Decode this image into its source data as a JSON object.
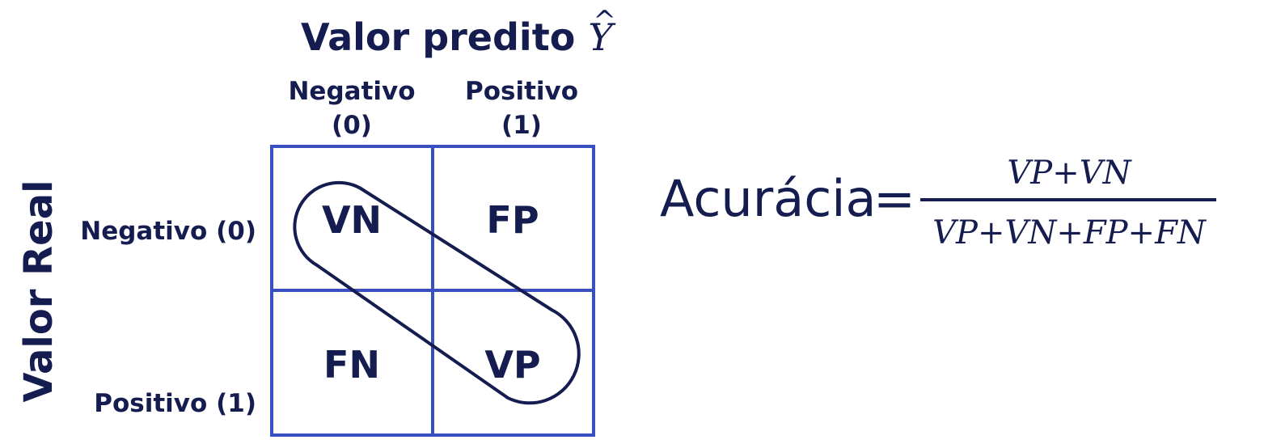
{
  "predicted_axis": {
    "title": "Valor predito",
    "symbol": "Y",
    "hat": "^"
  },
  "actual_axis": {
    "title": "Valor Real"
  },
  "columns": [
    {
      "label": "Negativo",
      "value": "(0)"
    },
    {
      "label": "Positivo",
      "value": "(1)"
    }
  ],
  "rows": [
    {
      "label": "Negativo (0)"
    },
    {
      "label": "Positivo (1)"
    }
  ],
  "cells": {
    "tn": "VN",
    "fp": "FP",
    "fn": "FN",
    "tp": "VP"
  },
  "formula": {
    "name": "Acurácia",
    "equals": "=",
    "numerator": "VP+VN",
    "denominator": "VP+VN+FP+FN"
  },
  "colors": {
    "text": "#141c50",
    "grid": "#3a4fc0"
  }
}
